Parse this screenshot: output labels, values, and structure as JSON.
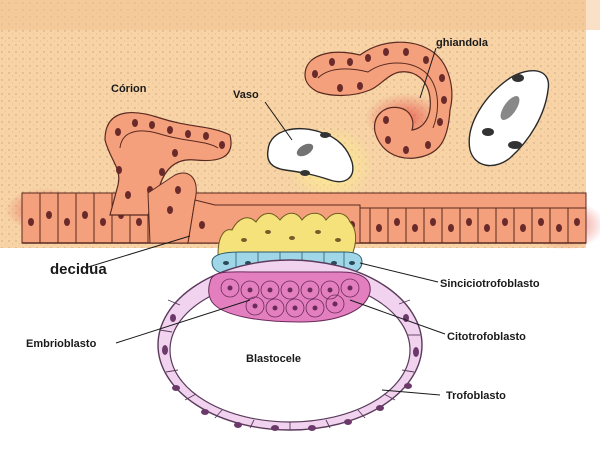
{
  "labels": {
    "corion": "Córion",
    "vaso": "Vaso",
    "ghiandola": "ghiandola",
    "decidua": "decidua",
    "sinciziotrofoblasto": "Sinciciotrofoblasto",
    "embrioblasto": "Embrioblasto",
    "citotrofoblasto": "Citotrofoblasto",
    "blastocele": "Blastocele",
    "trofoblasto": "Trofoblasto"
  },
  "colors": {
    "tissue_background": "#f7d3a6",
    "epithelium_cell": "#f08a66",
    "epithelium_outline": "#5a2a20",
    "vessel_fill": "#ffffff",
    "syncytio_yellow": "#f5e27a",
    "syncytio_blue": "#9fd6e8",
    "cytotrophoblast_pink": "#e47fbf",
    "trophoblast_pink": "#f1d3ef",
    "blastocele_fill": "#ffffff"
  },
  "icons": [
    "blood-vessel-icon",
    "gland-icon",
    "blastocyst-icon"
  ]
}
